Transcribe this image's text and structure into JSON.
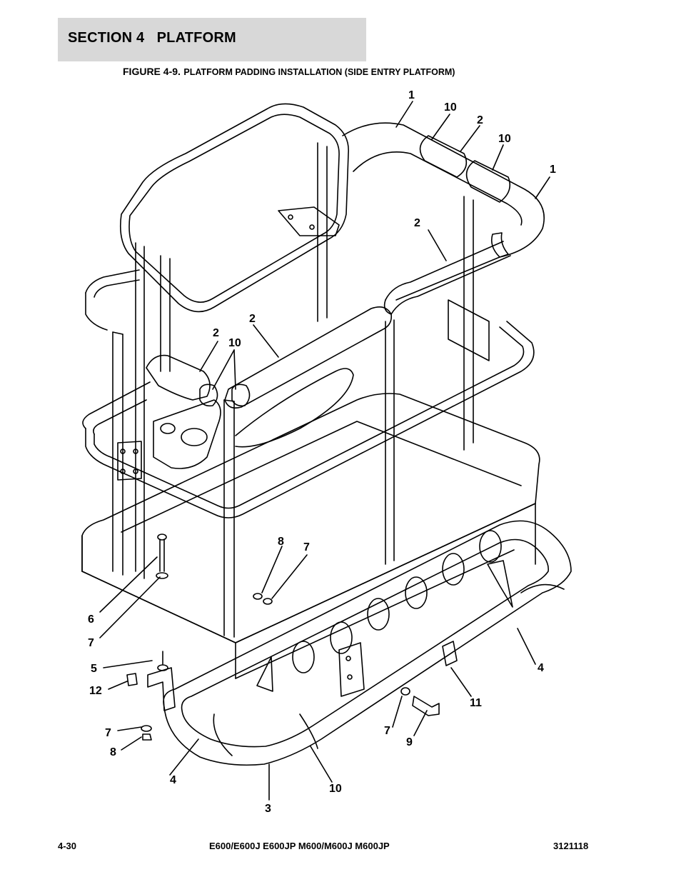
{
  "header": {
    "section_title": "SECTION 4   PLATFORM"
  },
  "figure": {
    "number": "FIGURE 4-9.",
    "title": "PLATFORM PADDING INSTALLATION (SIDE ENTRY PLATFORM)"
  },
  "callouts": [
    "1",
    "10",
    "2",
    "10",
    "1",
    "2",
    "2",
    "2",
    "10",
    "8",
    "7",
    "6",
    "7",
    "5",
    "12",
    "7",
    "8",
    "4",
    "3",
    "10",
    "7",
    "9",
    "11",
    "4"
  ],
  "footer": {
    "page": "4-30",
    "models": "E600/E600J E600JP M600/M600J M600JP",
    "doc_number": "3121118"
  }
}
